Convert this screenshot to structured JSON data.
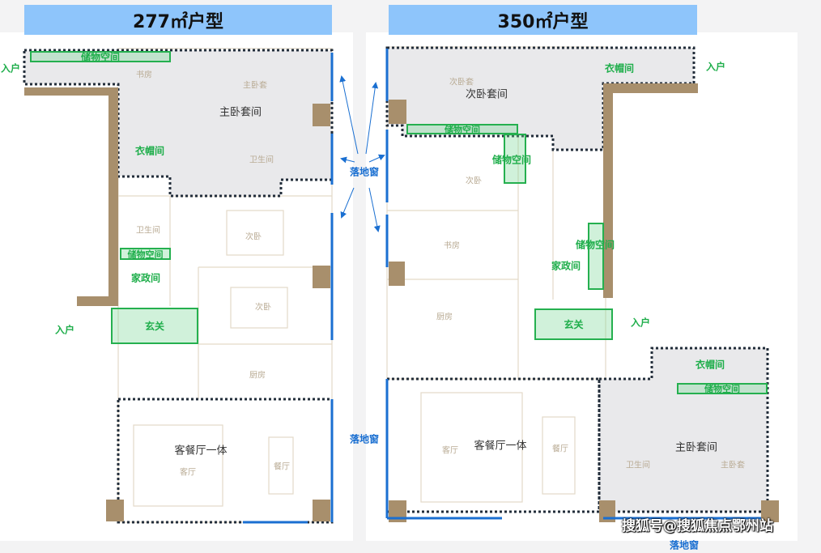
{
  "headers": {
    "left": "277㎡户型",
    "right": "350㎡户型"
  },
  "left_plan": {
    "storage_top": "储物空间",
    "entry_top": "入户",
    "study": "书房",
    "master_bed": "主卧套",
    "master_suite": "主卧套间",
    "cloakroom": "衣帽间",
    "bath_master": "卫生间",
    "bath_2": "卫生间",
    "bedroom_2": "次卧",
    "storage_mid": "储物空间",
    "housekeeping": "家政间",
    "entry_side": "入户",
    "foyer": "玄关",
    "bedroom_3": "次卧",
    "kitchen": "厨房",
    "living_dining": "客餐厅一体",
    "living": "客厅",
    "dining": "餐厅"
  },
  "middle": {
    "window_top": "落地窗",
    "window_bottom": "落地窗"
  },
  "right_plan": {
    "second_suite_bed": "次卧套",
    "second_suite": "次卧套间",
    "cloakroom_top": "衣帽间",
    "entry_top": "入户",
    "storage_top": "储物空间",
    "storage_vertical": "储物空间",
    "bedroom_2": "次卧",
    "study": "书房",
    "storage_right": "储物空间",
    "housekeeping": "家政间",
    "kitchen": "厨房",
    "foyer": "玄关",
    "entry_side": "入户",
    "cloakroom_master": "衣帽间",
    "storage_master": "储物空间",
    "living_dining": "客餐厅一体",
    "living": "客厅",
    "dining": "餐厅",
    "master_suite": "主卧套间",
    "bath": "卫生间",
    "master_bed": "主卧套",
    "window_bottom": "落地窗"
  },
  "watermark": "搜狐号@搜狐焦点鄂州站",
  "colors": {
    "header": "#8ec5fb",
    "wall": "#a88f6c",
    "window": "#1a6fd1",
    "storage": "#25b04f",
    "region": "#e9e9eb"
  }
}
